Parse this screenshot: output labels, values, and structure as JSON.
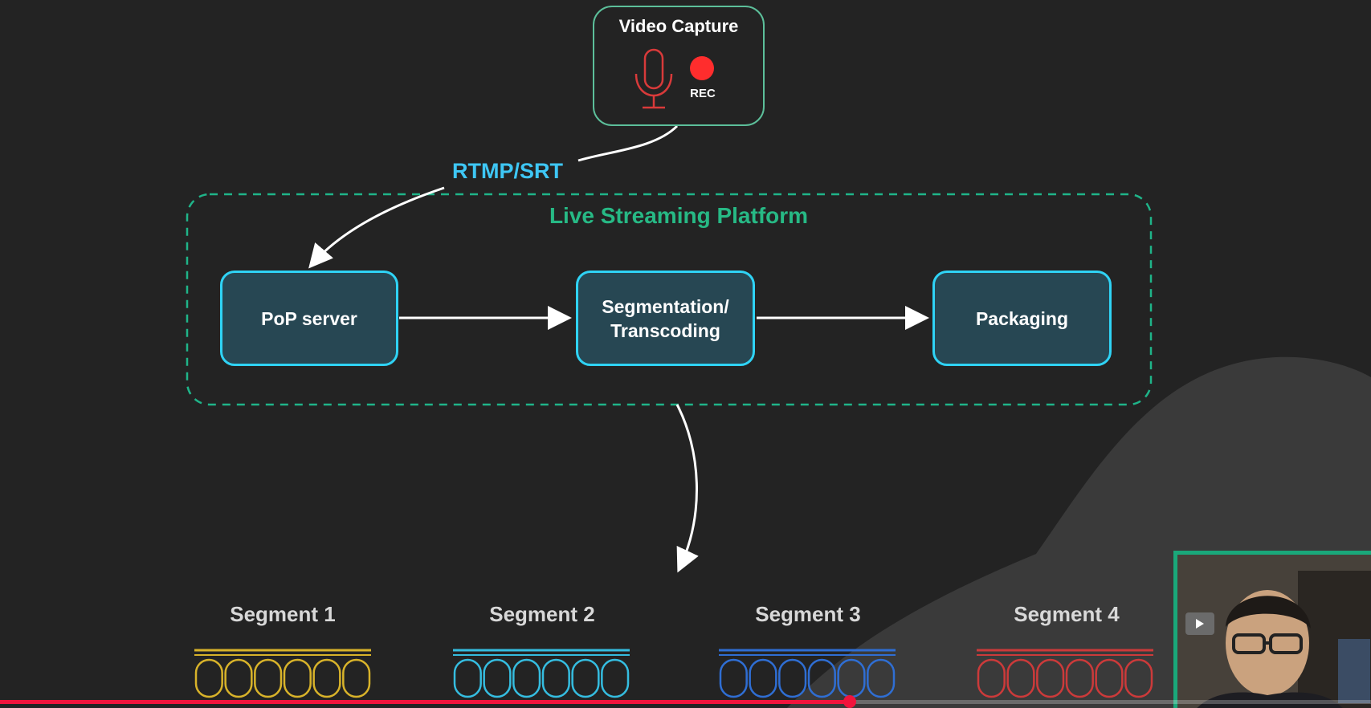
{
  "diagram": {
    "capture": {
      "title": "Video Capture",
      "rec_label": "REC",
      "icons": [
        "microphone-icon",
        "record-dot-icon"
      ]
    },
    "protocol_label": "RTMP/SRT",
    "platform_label": "Live Streaming Platform",
    "nodes": [
      "PoP server",
      "Segmentation/\nTranscoding",
      "Packaging"
    ],
    "segments": [
      {
        "label": "Segment 1",
        "color": "#d8b32a"
      },
      {
        "label": "Segment 2",
        "color": "#35bde0"
      },
      {
        "label": "Segment 3",
        "color": "#2f6ed3"
      },
      {
        "label": "Segment 4",
        "color": "#cc3a3a"
      }
    ]
  },
  "colors": {
    "background": "#232323",
    "node_border": "#2fd3f5",
    "node_fill": "#274753",
    "platform_border": "#1fb489",
    "platform_label": "#27b985",
    "protocol_label": "#3ec7f5",
    "mic": "#d83a3a",
    "rec_dot": "#ff2d2d",
    "progress": "#f0143c"
  },
  "player": {
    "progress_fraction": 0.62
  }
}
